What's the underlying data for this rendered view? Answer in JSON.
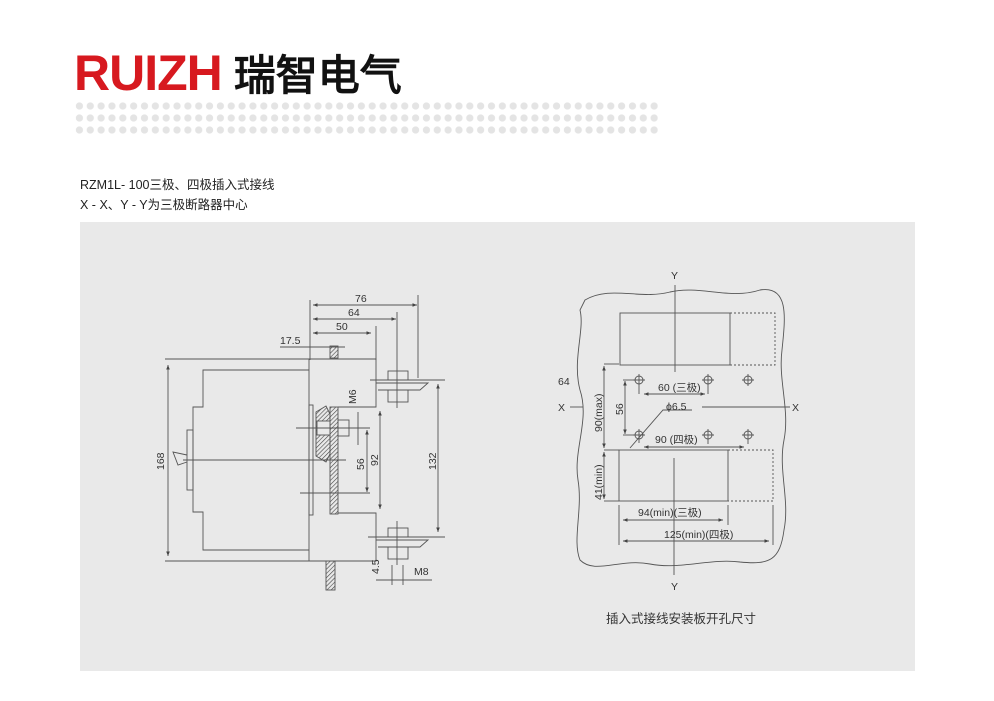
{
  "logo": {
    "brand": "RUIZH",
    "name_cn": "瑞智电气"
  },
  "description": {
    "line1": "RZM1L- 100三极、四极插入式接线",
    "line2": "X - X、Y - Y为三极断路器中心"
  },
  "side_view": {
    "dims": {
      "d76": "76",
      "d64": "64",
      "d50": "50",
      "d17_5": "17.5",
      "d168": "168",
      "m6": "M6",
      "d56": "56",
      "d92": "92",
      "d132": "132",
      "d4_5": "4.5",
      "m8": "M8"
    }
  },
  "cutout_view": {
    "labels": {
      "y_top": "Y",
      "y_bottom": "Y",
      "x_left": "X",
      "x_right": "X",
      "d64": "64",
      "d90max": "90(max)",
      "d56": "56",
      "d60": "60 (三极)",
      "phi": "ϕ6.5",
      "d90": "90 (四极)",
      "d41": "41(min)",
      "d94": "94(min)(三极)",
      "d125": "125(min)(四极)"
    },
    "caption": "插入式接线安装板开孔尺寸"
  },
  "colors": {
    "brand_red": "#d7191f",
    "panel": "#e9e9e9"
  }
}
